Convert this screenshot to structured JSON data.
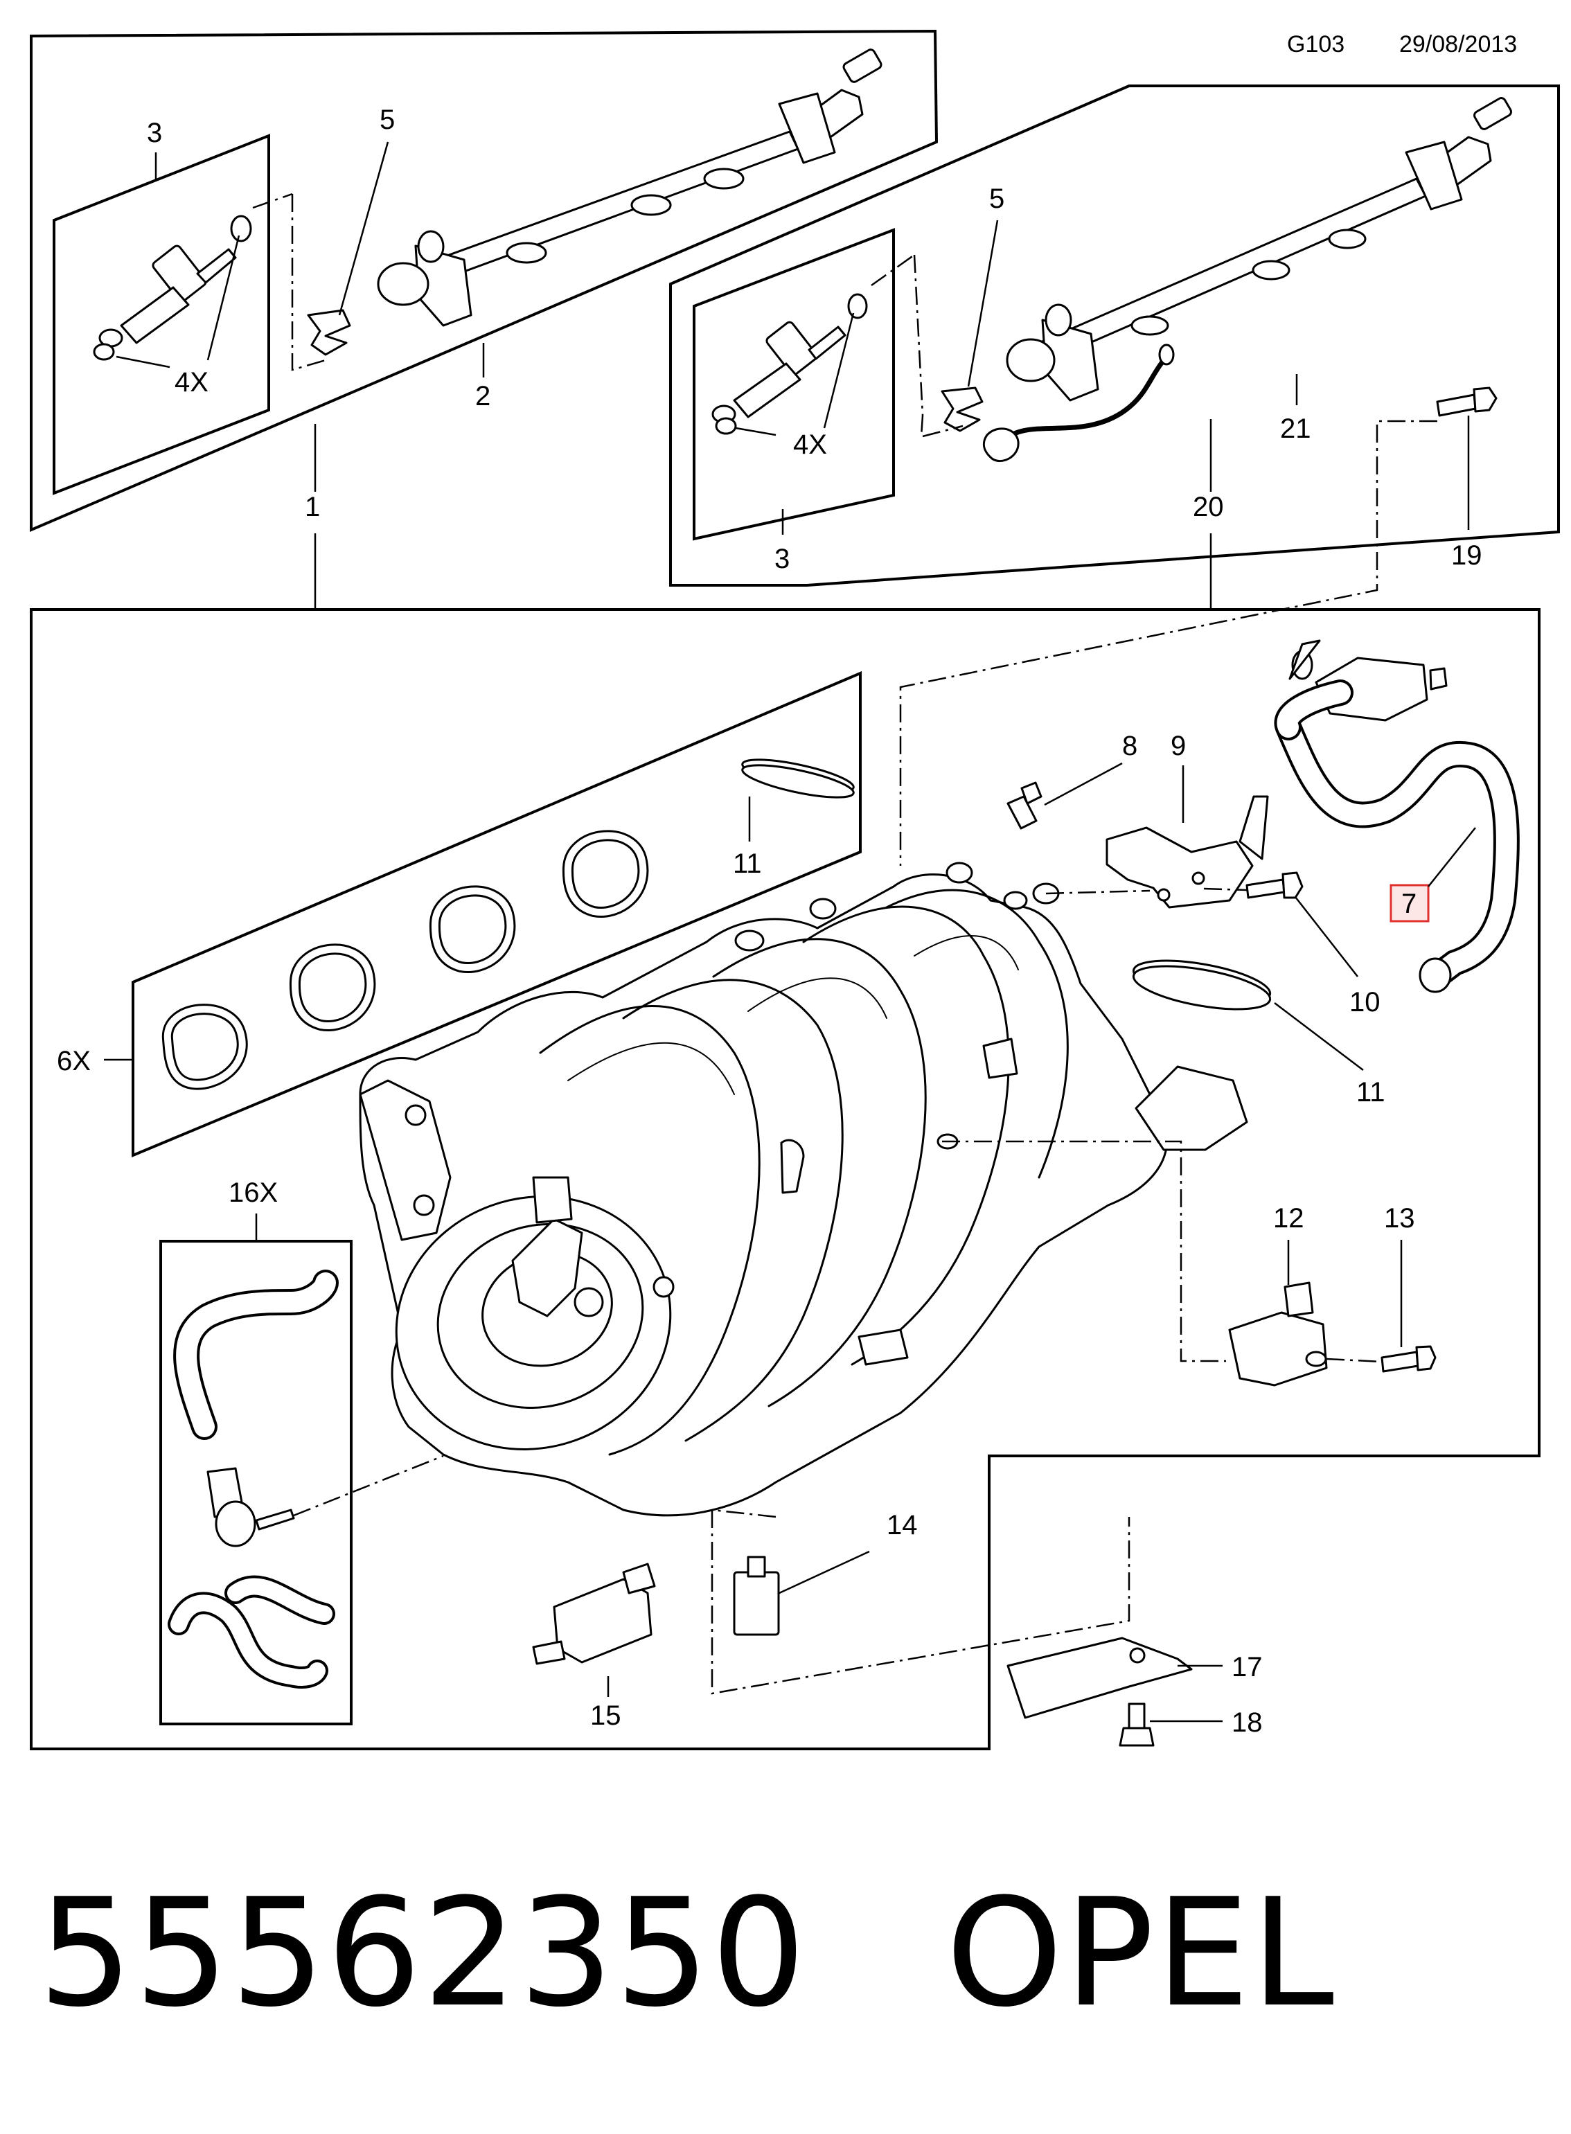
{
  "header": {
    "code": "G103",
    "date": "29/08/2013"
  },
  "callouts": {
    "c1": "1",
    "c2": "2",
    "c3a": "3",
    "c3b": "3",
    "c5a": "5",
    "c5b": "5",
    "c4xa": "4X",
    "c4xb": "4X",
    "c20": "20",
    "c21": "21",
    "c19": "19",
    "c8": "8",
    "c9": "9",
    "c7": "7",
    "c10": "10",
    "c11a": "11",
    "c11b": "11",
    "c6x": "6X",
    "c16x": "16X",
    "c12": "12",
    "c13": "13",
    "c14": "14",
    "c15": "15",
    "c17": "17",
    "c18": "18"
  },
  "highlight": {
    "callout": "7",
    "color": "#e03030",
    "fill": "#fde6e6"
  },
  "footer": {
    "part_number": "55562350",
    "brand": "OPEL"
  }
}
